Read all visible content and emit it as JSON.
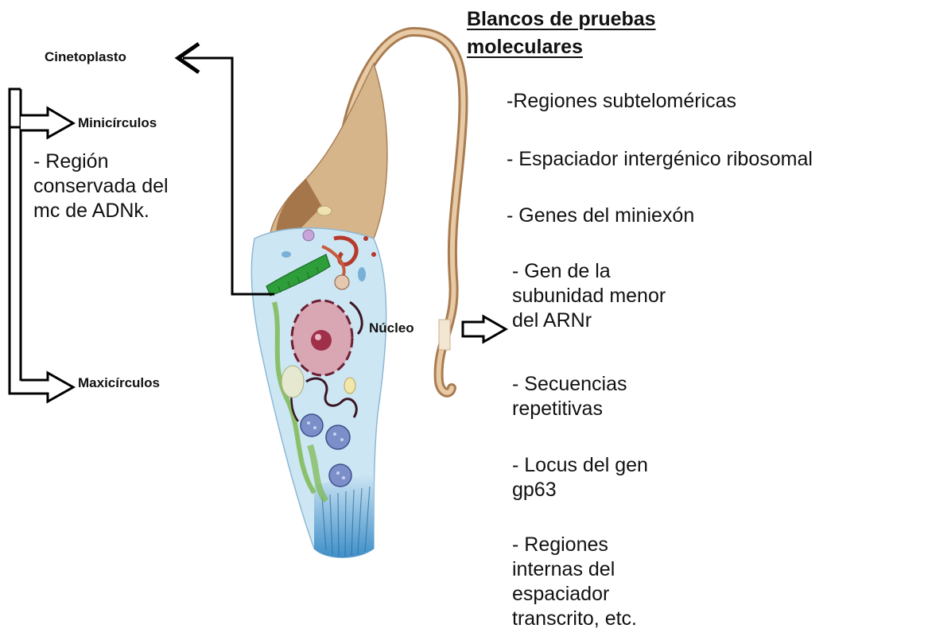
{
  "title": {
    "line1": "Blancos de pruebas",
    "line2": "moleculares"
  },
  "labels": {
    "cinetoplasto": "Cinetoplasto",
    "minicirculos": "Minicírculos",
    "maxicirculos": "Maxicírculos",
    "nucleo": "Núcleo",
    "region_line1": "- Región",
    "region_line2": "conservada del",
    "region_line3": "mc de ADNk."
  },
  "targets": {
    "t1": "-Regiones subteloméricas",
    "t2": "- Espaciador intergénico ribosomal",
    "t3": "- Genes del miniexón",
    "t4_l1": "- Gen de la",
    "t4_l2": "subunidad menor",
    "t4_l3": "del ARNr",
    "t5_l1": "- Secuencias",
    "t5_l2": "repetitivas",
    "t6_l1": "- Locus del gen",
    "t6_l2": "gp63",
    "t7_l1": "- Regiones",
    "t7_l2": "internas del",
    "t7_l3": "espaciador",
    "t7_l4": "transcrito, etc."
  },
  "colors": {
    "flagellum": "#caa57a",
    "body_blue": "#cde6f3",
    "kinetoplast": "#2e9e3a",
    "nucleus": "#d9a7b4",
    "nucleolus": "#a0304a",
    "tail_blue": "#5aa6d6"
  }
}
